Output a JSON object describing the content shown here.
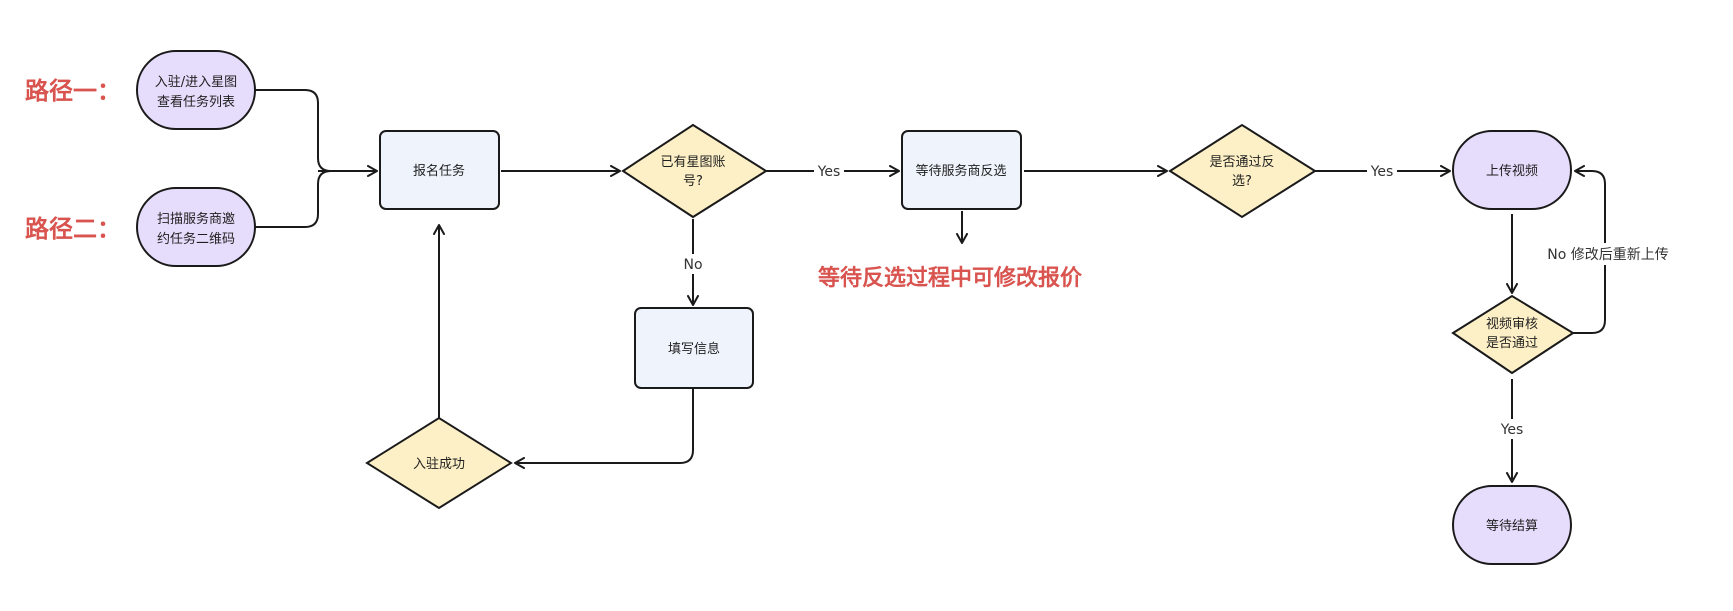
{
  "colors": {
    "start_end_fill": "#e6dcfb",
    "process_fill": "#eef3fc",
    "decision_fill": "#fdf0c7",
    "annotation": "#d9534f",
    "stroke": "#1a1a1a"
  },
  "paths": {
    "path1": "路径一：",
    "path2": "路径二："
  },
  "nodes": {
    "enter_lines": [
      "入驻/进入星图",
      "查看任务列表"
    ],
    "scan_lines": [
      "扫描服务商邀",
      "约任务二维码"
    ],
    "signup": "报名任务",
    "has_account_lines": [
      "已有星图账",
      "号?"
    ],
    "fill_info": "填写信息",
    "settle_success": "入驻成功",
    "wait_select": "等待服务商反选",
    "passed_lines": [
      "是否通过反",
      "选?"
    ],
    "upload_video": "上传视频",
    "review_lines": [
      "视频审核",
      "是否通过"
    ],
    "wait_settlement": "等待结算"
  },
  "edges": {
    "yes": "Yes",
    "no": "No",
    "no_retry": "No 修改后重新上传"
  },
  "note": "等待反选过程中可修改报价"
}
